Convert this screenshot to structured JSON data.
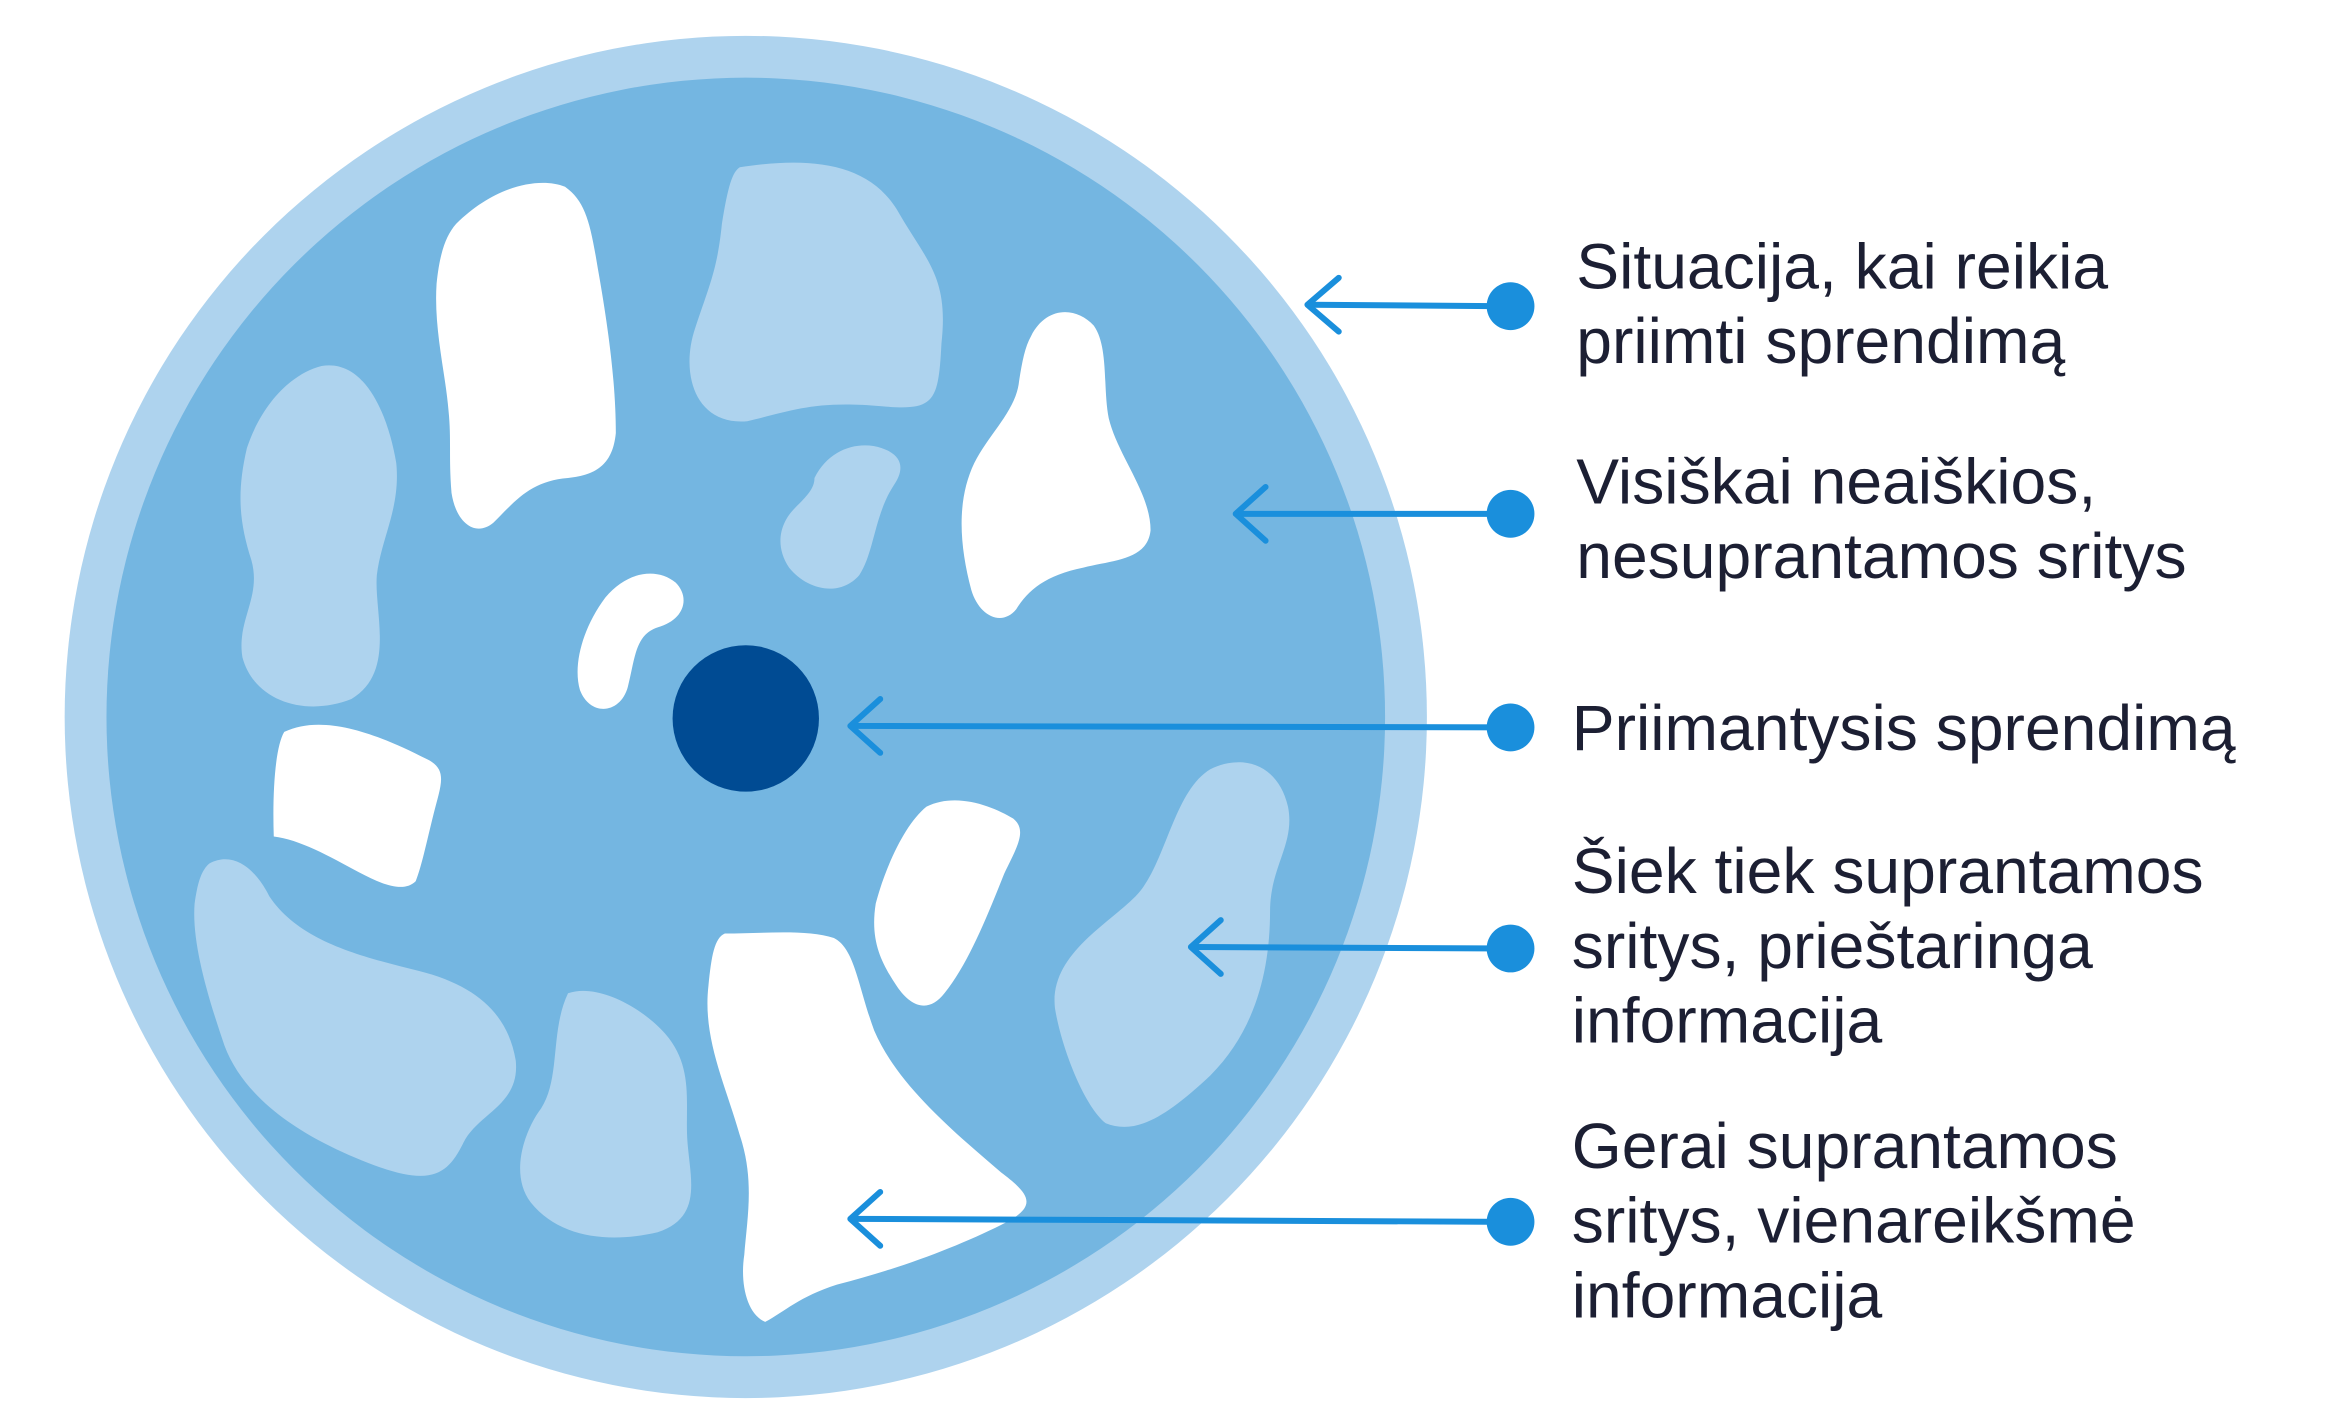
{
  "colors": {
    "outer_ring": "#aed3ee",
    "inner_disc": "#74b6e1",
    "light_area": "#aed3ee",
    "known_area": "#ffffff",
    "decision_maker": "#004b93",
    "connector": "#1a8fdc",
    "text": "#1c1f33"
  },
  "labels": [
    {
      "lines": [
        "Situacija, kai reikia",
        "priimti sprendimą"
      ]
    },
    {
      "lines": [
        "Visiškai neaiškios,",
        "nesuprantamos sritys"
      ]
    },
    {
      "lines": [
        "Priimantysis sprendimą"
      ]
    },
    {
      "lines": [
        "Šiek tiek suprantamos",
        "sritys, prieštaringa",
        "informacija"
      ]
    },
    {
      "lines": [
        "Gerai suprantamos",
        "sritys, vienareikšmė",
        "informacija"
      ]
    }
  ]
}
